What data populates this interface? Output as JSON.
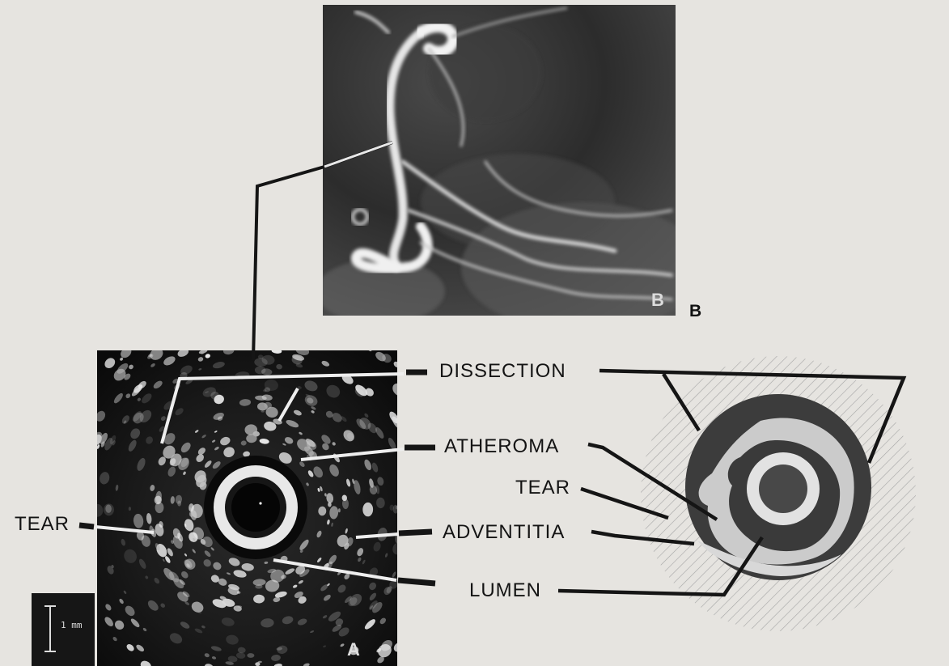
{
  "labels": {
    "dissection": "DISSECTION",
    "atheroma": "ATHEROMA",
    "tear_diagram": "TEAR",
    "tear_left": "TEAR",
    "adventitia": "ADVENTITIA",
    "lumen": "LUMEN"
  },
  "panels": {
    "a_letter": "A",
    "b_letter_inset": "B",
    "b_letter_outside": "B"
  },
  "scale_bar": {
    "label": "1 mm"
  },
  "colors": {
    "background": "#e6e4e0",
    "ivus_dark": "#0d0d0d",
    "angiogram_bg": "#2b2b2b",
    "diagram_dark": "#3c3c3c",
    "diagram_light": "#c6c6c6",
    "hatch": "#a8a8a8",
    "leader_line": "#141414"
  }
}
